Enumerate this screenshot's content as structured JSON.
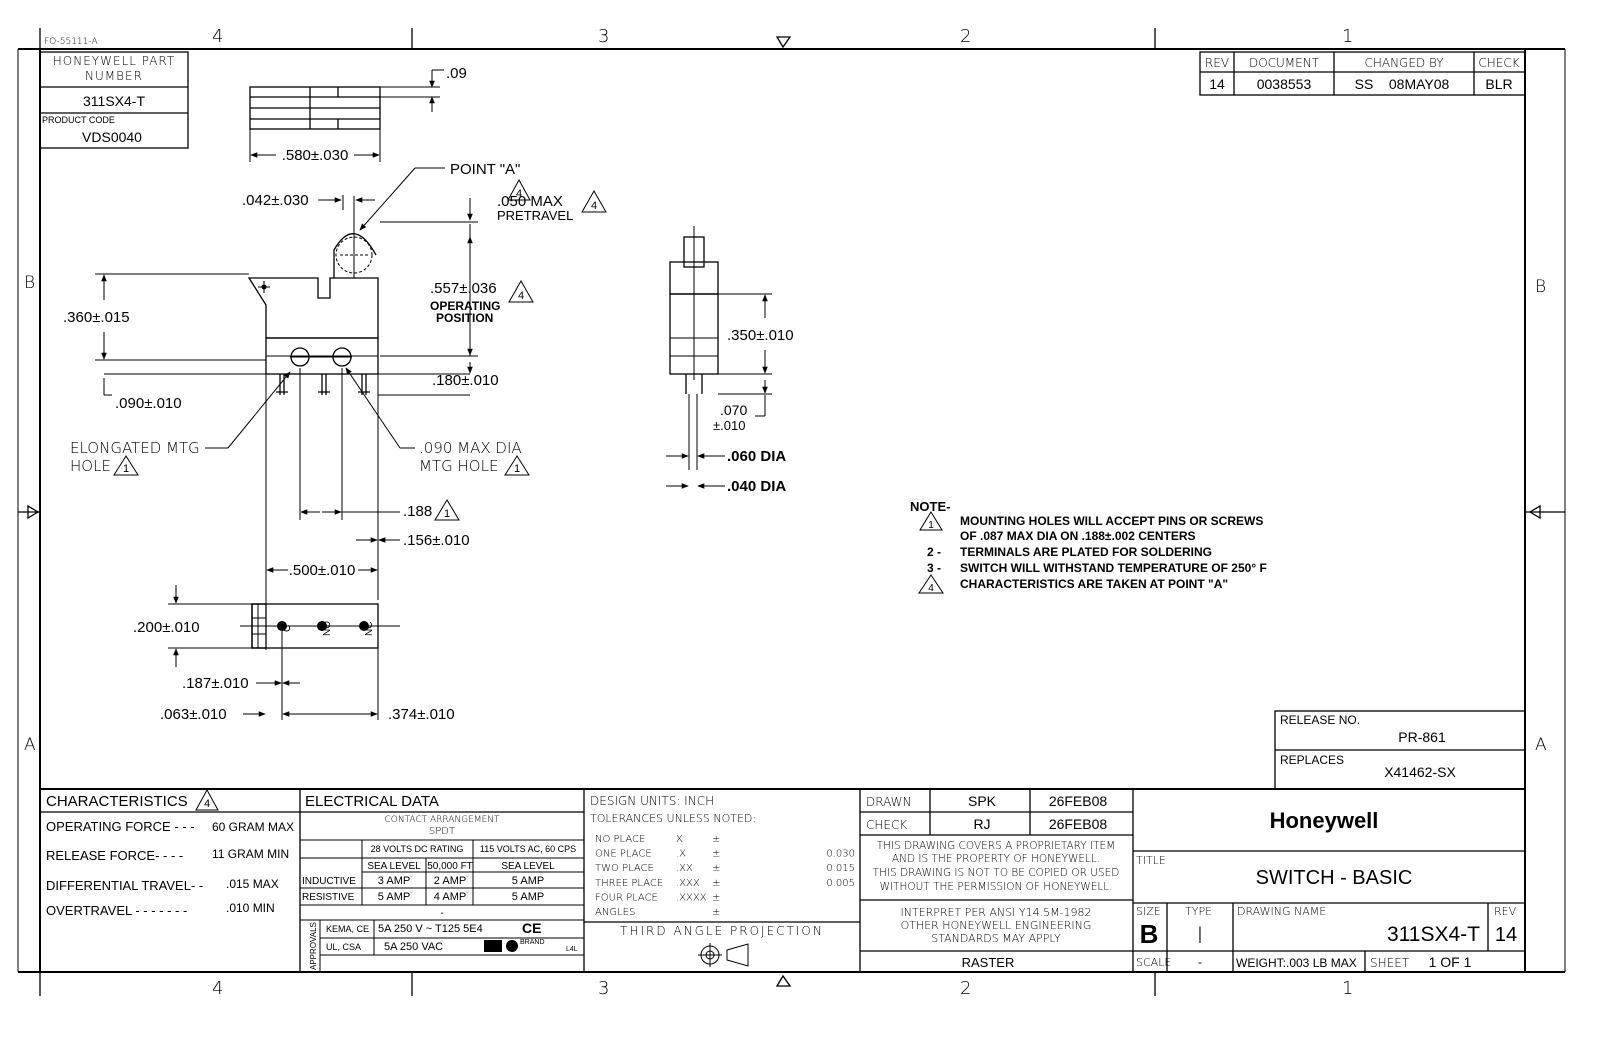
{
  "form_number": "FO-55111-A",
  "zones_top": [
    "4",
    "3",
    "2",
    "1"
  ],
  "zones_side": [
    "B",
    "A"
  ],
  "part_box": {
    "header": "HONEYWELL PART NUMBER",
    "part_number": "311SX4-T",
    "product_code_label": "PRODUCT CODE",
    "product_code": "VDS0040"
  },
  "revision_block": {
    "headers": [
      "REV",
      "DOCUMENT",
      "CHANGED BY",
      "CHECK"
    ],
    "row": [
      "14",
      "0038553",
      "SS    08MAY08",
      "BLR"
    ]
  },
  "side_view_dims": {
    "d_09": ".09",
    "d_580": ".580±.030",
    "point_a": "POINT \"A\"",
    "d_042": ".042±.030",
    "d_050": ".050 MAX",
    "pretravel": "PRETRAVEL",
    "d_557": ".557±.036",
    "operating": "OPERATING",
    "position": "POSITION",
    "d_360": ".360±.015",
    "d_180": ".180±.010",
    "d_090": ".090±.010",
    "elongated_1": "ELONGATED MTG",
    "elongated_2": "HOLE",
    "maxdia_1": ".090 MAX DIA",
    "maxdia_2": "MTG HOLE",
    "d_188": ".188",
    "d_156": ".156±.010",
    "d_500": ".500±.010",
    "d_200": ".200±.010",
    "d_187": ".187±.010",
    "d_063": ".063±.010",
    "d_374": ".374±.010",
    "term_c": "C",
    "term_no": "NO",
    "term_nc": "NC"
  },
  "end_view_dims": {
    "d_350": ".350±.010",
    "d_070": ".070",
    "d_070_tol": "±.010",
    "d_060": ".060 DIA",
    "d_040": ".040 DIA"
  },
  "flag_numbers": {
    "one": "1",
    "four": "4"
  },
  "notes": {
    "title": "NOTE-",
    "items": [
      {
        "num": "1",
        "text": "MOUNTING HOLES WILL ACCEPT PINS OR SCREWS"
      },
      {
        "num": "",
        "text": "OF .087 MAX DIA ON .188±.002 CENTERS"
      },
      {
        "num": "2 -",
        "text": "TERMINALS ARE PLATED FOR SOLDERING"
      },
      {
        "num": "3 -",
        "text": "SWITCH WILL WITHSTAND TEMPERATURE OF 250° F"
      },
      {
        "num": "4",
        "text": "CHARACTERISTICS ARE TAKEN AT POINT \"A\""
      }
    ]
  },
  "release": {
    "release_label": "RELEASE NO.",
    "release_no": "PR-861",
    "replaces_label": "REPLACES",
    "replaces": "X41462-SX"
  },
  "characteristics": {
    "title": "CHARACTERISTICS",
    "rows": [
      {
        "label": "OPERATING FORCE - - -",
        "value": "60 GRAM MAX"
      },
      {
        "label": "RELEASE FORCE- - - -",
        "value": "11 GRAM MIN"
      },
      {
        "label": "DIFFERENTIAL TRAVEL- -",
        "value": ".015  MAX"
      },
      {
        "label": "OVERTRAVEL - - - - - - -",
        "value": ".010  MIN"
      }
    ]
  },
  "electrical": {
    "title": "ELECTRICAL DATA",
    "contact_arrangement": "CONTACT ARRANGEMENT",
    "spdt": "SPDT",
    "dc_rating": "28 VOLTS DC RATING",
    "ac_rating": "115 VOLTS AC, 60 CPS",
    "sea_level": "SEA LEVEL",
    "altitude": "50,000 FT",
    "sea_level_ac": "SEA LEVEL",
    "inductive": "INDUCTIVE",
    "inductive_vals": [
      "3 AMP",
      "2 AMP",
      "5 AMP"
    ],
    "resistive": "RESISTIVE",
    "resistive_vals": [
      "5 AMP",
      "4 AMP",
      "5 AMP"
    ],
    "dash": "-",
    "approvals": "APPROVALS",
    "kema_label": "KEMA, CE",
    "kema_val": "5A 250 V ~ T125  5E4",
    "ce_mark": "CE",
    "ul_label": "UL, CSA",
    "ul_val": "5A  250  VAC",
    "brand": "BRAND",
    "l4l": "L4L"
  },
  "tolerances": {
    "units": "DESIGN UNITS:  INCH",
    "tol_title": "TOLERANCES UNLESS NOTED:",
    "rows": [
      {
        "label": "NO PLACE",
        "fmt": "X",
        "pm": "±",
        "val": ""
      },
      {
        "label": "ONE PLACE",
        "fmt": ".X",
        "pm": "±",
        "val": "0.030"
      },
      {
        "label": "TWO PLACE",
        "fmt": ".XX",
        "pm": "±",
        "val": "0.015"
      },
      {
        "label": "THREE PLACE",
        "fmt": ".XXX",
        "pm": "±",
        "val": "0.005"
      },
      {
        "label": "FOUR PLACE",
        "fmt": ".XXXX",
        "pm": "±",
        "val": ""
      },
      {
        "label": "ANGLES",
        "fmt": "",
        "pm": "±",
        "val": ""
      }
    ],
    "projection": "THIRD ANGLE PROJECTION"
  },
  "drawn_block": {
    "drawn_label": "DRAWN",
    "drawn_by": "SPK",
    "drawn_date": "26FEB08",
    "check_label": "CHECK",
    "check_by": "RJ",
    "check_date": "26FEB08",
    "proprietary": [
      "THIS DRAWING COVERS A PROPRIETARY ITEM",
      "AND IS THE PROPERTY OF HONEYWELL.",
      "THIS DRAWING IS NOT TO BE COPIED OR USED",
      "WITHOUT THE PERMISSION OF HONEYWELL."
    ],
    "interpret": [
      "INTERPRET PER ANSI Y14.5M-1982",
      "OTHER HONEYWELL ENGINEERING",
      "STANDARDS MAY APPLY"
    ],
    "raster": "RASTER"
  },
  "title_block": {
    "company": "Honeywell",
    "title_label": "TITLE",
    "title": "SWITCH - BASIC",
    "size_label": "SIZE",
    "size": "B",
    "type_label": "TYPE",
    "type": "I",
    "drawing_name_label": "DRAWING NAME",
    "drawing_name": "311SX4-T",
    "rev_label": "REV",
    "rev": "14",
    "scale_label": "SCALE",
    "scale": "-",
    "weight": "WEIGHT:.003 LB MAX",
    "sheet_label": "SHEET",
    "sheet": "1 OF 1"
  }
}
